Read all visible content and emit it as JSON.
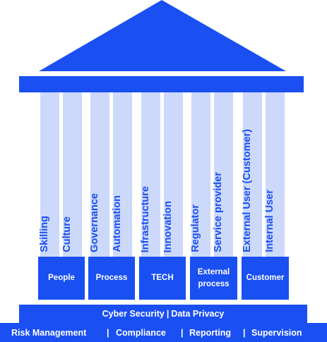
{
  "colors": {
    "primary": "#1a4ff2",
    "pillar": "#cdd9fa",
    "text_light": "#ffffff"
  },
  "pillars": [
    {
      "label": "Skilling"
    },
    {
      "label": "Culture"
    },
    {
      "label": "Governance"
    },
    {
      "label": "Automation"
    },
    {
      "label": "Infrastructure"
    },
    {
      "label": "Innovation"
    },
    {
      "label": "Regulator"
    },
    {
      "label": "Service provider"
    },
    {
      "label": "External User (Customer)"
    },
    {
      "label": "Internal User"
    }
  ],
  "blocks": [
    {
      "label": "People"
    },
    {
      "label": "Process"
    },
    {
      "label": "TECH"
    },
    {
      "label": "External process"
    },
    {
      "label": "Customer"
    }
  ],
  "foundation_top": {
    "left": "Cyber Security",
    "separator": "|",
    "right": "Data Privacy"
  },
  "foundation_bottom": {
    "items": [
      "Risk Management",
      "Compliance",
      "Reporting",
      "Supervision"
    ],
    "separator": "|"
  }
}
